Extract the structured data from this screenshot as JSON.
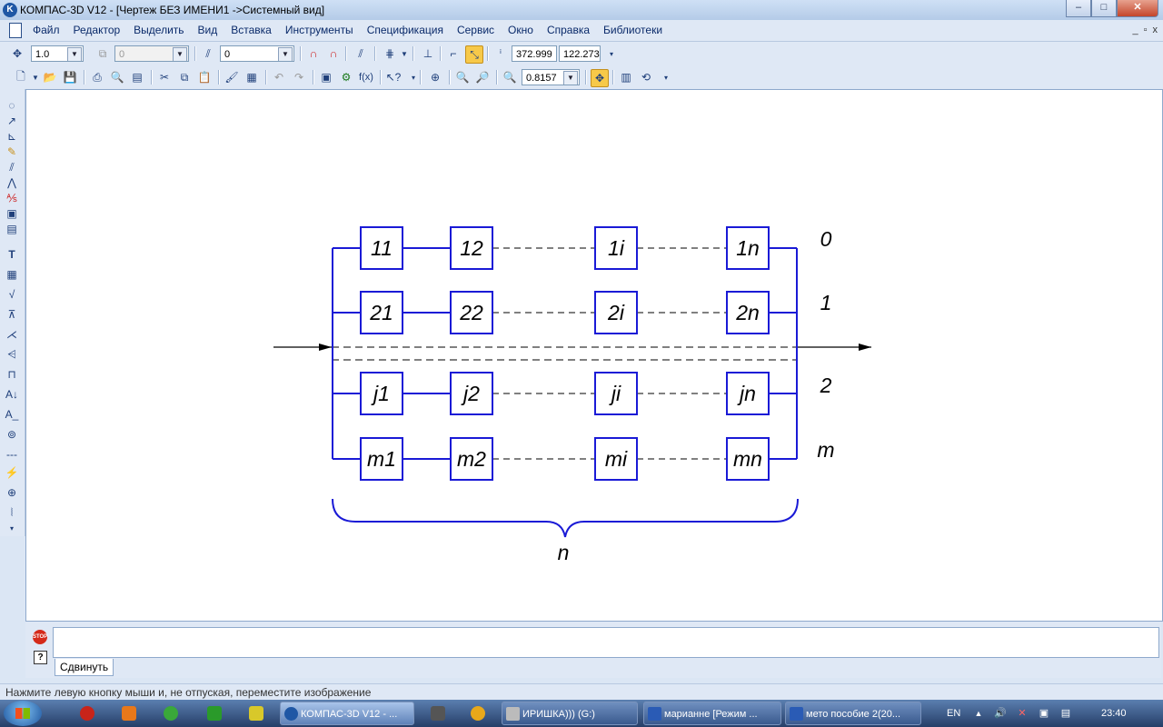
{
  "window": {
    "title": "КОМПАС-3D V12 - [Чертеж БЕЗ ИМЕНИ1 ->Системный вид]",
    "app_letter": "K",
    "minimize": "–",
    "maximize": "□",
    "close": "✕"
  },
  "menu": {
    "items": [
      "Файл",
      "Редактор",
      "Выделить",
      "Вид",
      "Вставка",
      "Инструменты",
      "Спецификация",
      "Сервис",
      "Окно",
      "Справка",
      "Библиотеки"
    ],
    "mdi_min": "_",
    "mdi_restore": "▫",
    "mdi_close": "x"
  },
  "toolbar1": {
    "scale_value": "1.0",
    "layer_value": "0",
    "style_value": "0",
    "coord_x": "372.999",
    "coord_y": "122.273"
  },
  "toolbar2": {
    "zoom_value": "0.8157",
    "fx_label": "f(x)"
  },
  "diagram": {
    "row_labels": [
      "0",
      "1",
      "2",
      "m"
    ],
    "rows": [
      [
        "11",
        "12",
        "1i",
        "1n"
      ],
      [
        "21",
        "22",
        "2i",
        "2n"
      ],
      [
        "j1",
        "j2",
        "ji",
        "jn"
      ],
      [
        "m1",
        "m2",
        "mi",
        "mn"
      ]
    ],
    "brace_label": "n"
  },
  "panel": {
    "stop_label": "STOP",
    "help_label": "?",
    "move_tab": "Сдвинуть"
  },
  "status": {
    "hint": "Нажмите левую кнопку мыши и, не отпуская, переместите изображение"
  },
  "taskbar": {
    "tasks": [
      "КОМПАС-3D V12 - ...",
      "ИРИШКА))) (G:)",
      "марианне [Режим ...",
      "мето пособие 2(20..."
    ],
    "lang": "EN",
    "clock": "23:40"
  },
  "colors": {
    "block_stroke": "#1a1ad6",
    "wire": "#1a1ad6",
    "dash": "#000000",
    "accent": "#f7c949"
  }
}
